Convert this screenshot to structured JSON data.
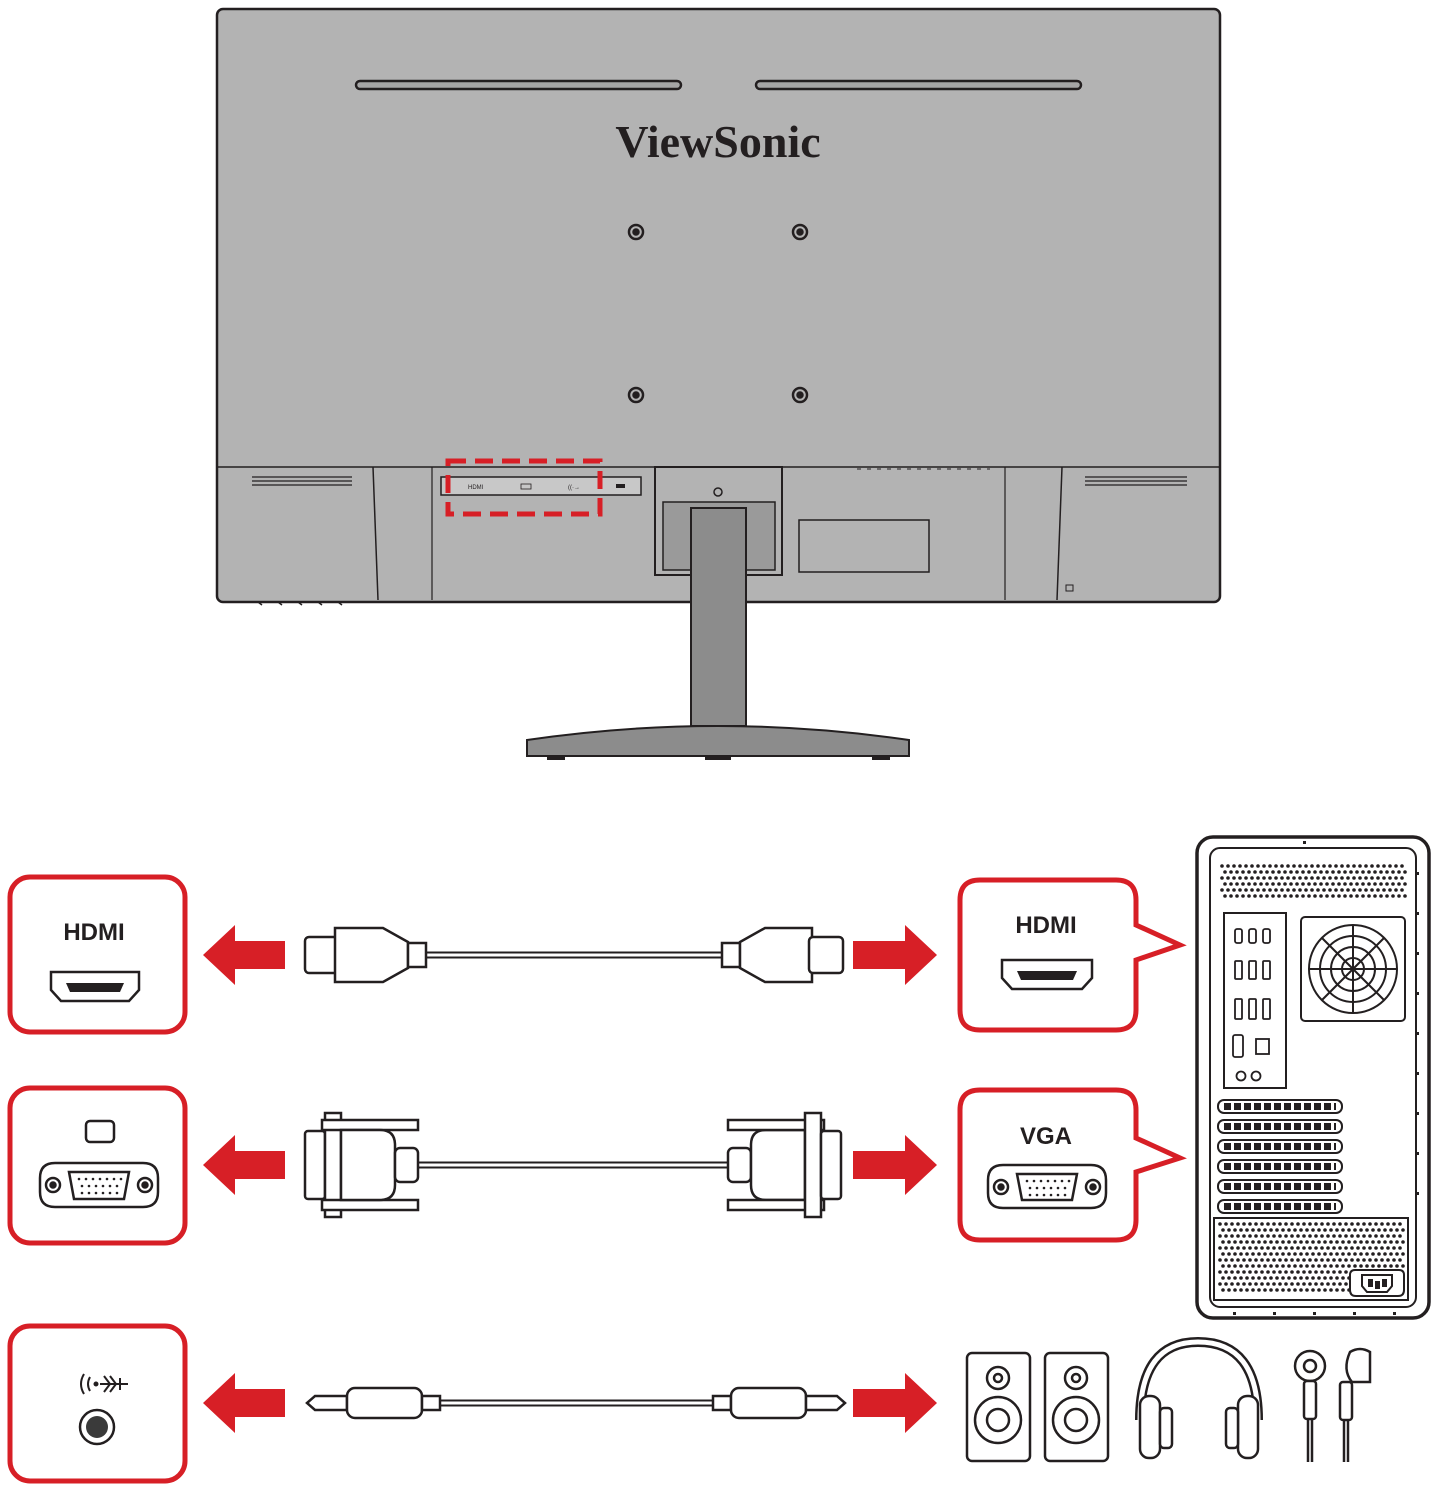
{
  "monitor": {
    "brand": "ViewSonic",
    "port_labels": [
      "HDMI",
      "",
      "",
      ""
    ]
  },
  "connections": [
    {
      "id": "hdmi",
      "monitor_port_label": "HDMI",
      "source_port_label": "HDMI",
      "cable": "HDMI cable"
    },
    {
      "id": "vga",
      "monitor_port_label": "",
      "source_port_label": "VGA",
      "cable": "VGA cable"
    },
    {
      "id": "audio",
      "monitor_port_label": "",
      "source_port_label": "",
      "cable": "3.5 mm audio cable"
    }
  ],
  "devices": {
    "pc": "pc-tower-icon",
    "audio_outputs": [
      "speaker-icon",
      "speaker-icon",
      "headphones-icon",
      "earphones-icon"
    ]
  },
  "colors": {
    "accent_red": "#d71f26",
    "monitor_gray": "#b3b3b3",
    "outline": "#231f20"
  }
}
